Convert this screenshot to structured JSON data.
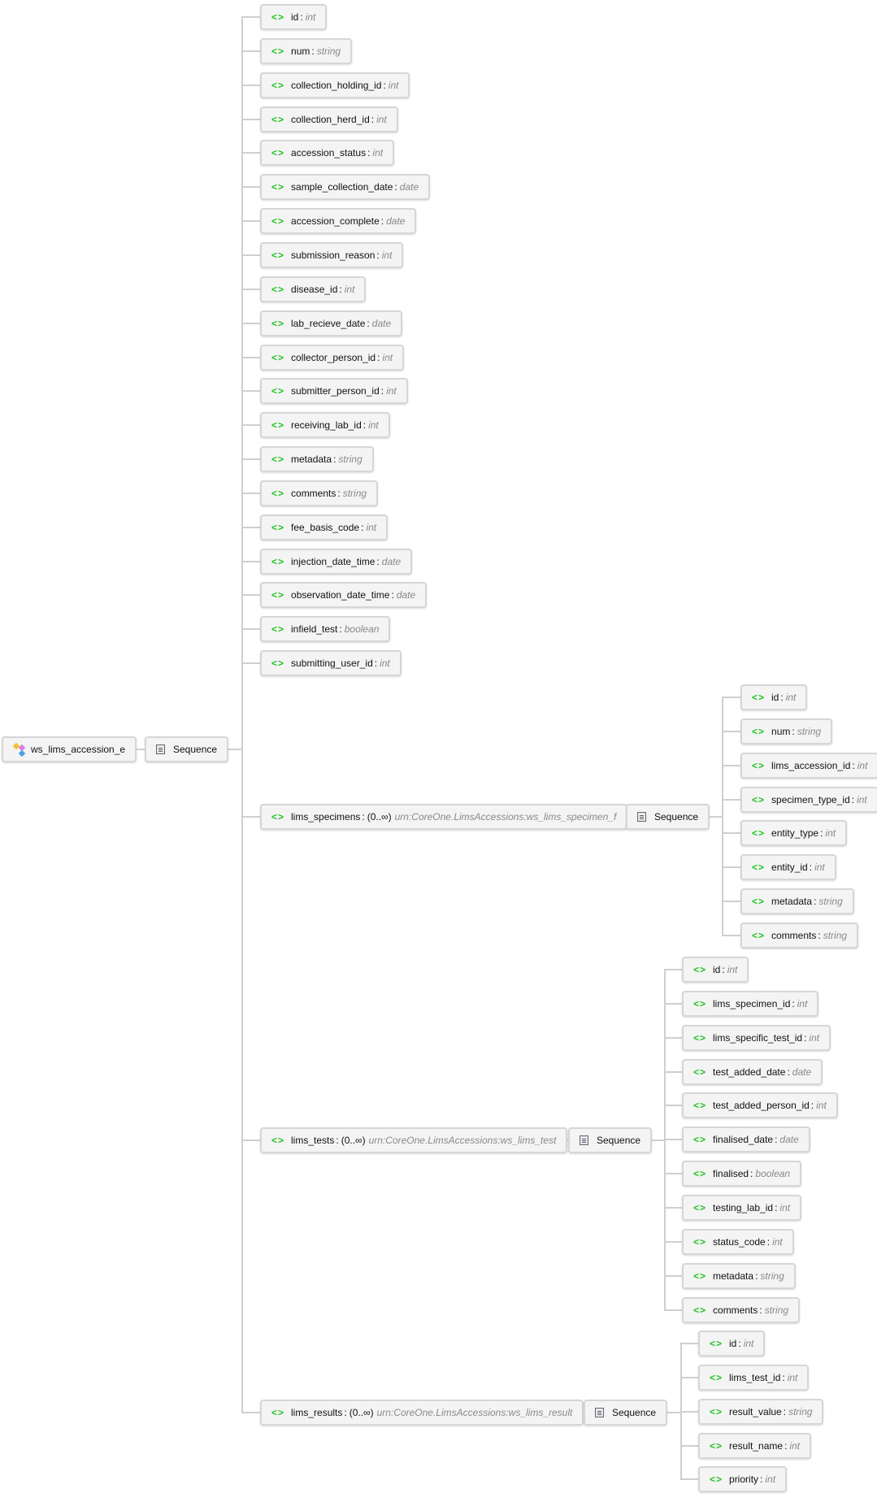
{
  "root": {
    "label": "ws_lims_accession_e",
    "icon": "complex-type-icon"
  },
  "sequence_label": "Sequence",
  "colors": {
    "element_icon": "#22c322",
    "type_text": "#888888",
    "node_bg": "#f4f4f4",
    "node_border": "#d6d6d6",
    "connector": "#cfcfcf"
  },
  "main_fields": [
    {
      "name": "id",
      "type": "int"
    },
    {
      "name": "num",
      "type": "string"
    },
    {
      "name": "collection_holding_id",
      "type": "int"
    },
    {
      "name": "collection_herd_id",
      "type": "int"
    },
    {
      "name": "accession_status",
      "type": "int"
    },
    {
      "name": "sample_collection_date",
      "type": "date"
    },
    {
      "name": "accession_complete",
      "type": "date"
    },
    {
      "name": "submission_reason",
      "type": "int"
    },
    {
      "name": "disease_id",
      "type": "int"
    },
    {
      "name": "lab_recieve_date",
      "type": "date"
    },
    {
      "name": "collector_person_id",
      "type": "int"
    },
    {
      "name": "submitter_person_id",
      "type": "int"
    },
    {
      "name": "receiving_lab_id",
      "type": "int"
    },
    {
      "name": "metadata",
      "type": "string"
    },
    {
      "name": "comments",
      "type": "string"
    },
    {
      "name": "fee_basis_code",
      "type": "int"
    },
    {
      "name": "injection_date_time",
      "type": "date"
    },
    {
      "name": "observation_date_time",
      "type": "date"
    },
    {
      "name": "infield_test",
      "type": "boolean"
    },
    {
      "name": "submitting_user_id",
      "type": "int"
    }
  ],
  "groups": [
    {
      "name": "lims_specimens",
      "cardinality": "(0..∞)",
      "type": "urn:CoreOne.LimsAccessions:ws_lims_specimen_f",
      "fields": [
        {
          "name": "id",
          "type": "int"
        },
        {
          "name": "num",
          "type": "string"
        },
        {
          "name": "lims_accession_id",
          "type": "int"
        },
        {
          "name": "specimen_type_id",
          "type": "int"
        },
        {
          "name": "entity_type",
          "type": "int"
        },
        {
          "name": "entity_id",
          "type": "int"
        },
        {
          "name": "metadata",
          "type": "string"
        },
        {
          "name": "comments",
          "type": "string"
        }
      ]
    },
    {
      "name": "lims_tests",
      "cardinality": "(0..∞)",
      "type": "urn:CoreOne.LimsAccessions:ws_lims_test",
      "fields": [
        {
          "name": "id",
          "type": "int"
        },
        {
          "name": "lims_specimen_id",
          "type": "int"
        },
        {
          "name": "lims_specific_test_id",
          "type": "int"
        },
        {
          "name": "test_added_date",
          "type": "date"
        },
        {
          "name": "test_added_person_id",
          "type": "int"
        },
        {
          "name": "finalised_date",
          "type": "date"
        },
        {
          "name": "finalised",
          "type": "boolean"
        },
        {
          "name": "testing_lab_id",
          "type": "int"
        },
        {
          "name": "status_code",
          "type": "int"
        },
        {
          "name": "metadata",
          "type": "string"
        },
        {
          "name": "comments",
          "type": "string"
        }
      ]
    },
    {
      "name": "lims_results",
      "cardinality": "(0..∞)",
      "type": "urn:CoreOne.LimsAccessions:ws_lims_result",
      "fields": [
        {
          "name": "id",
          "type": "int"
        },
        {
          "name": "lims_test_id",
          "type": "int"
        },
        {
          "name": "result_value",
          "type": "string"
        },
        {
          "name": "result_name",
          "type": "int"
        },
        {
          "name": "priority",
          "type": "int"
        }
      ]
    }
  ]
}
